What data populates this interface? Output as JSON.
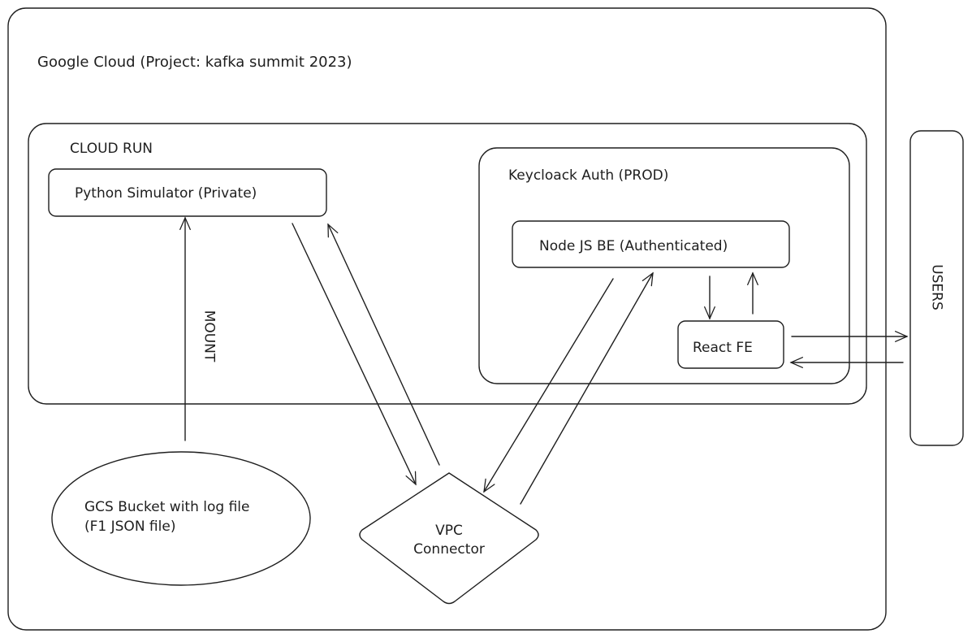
{
  "gcp": {
    "title": "Google Cloud (Project: kafka summit 2023)"
  },
  "cloud_run": {
    "title": "CLOUD RUN"
  },
  "python_sim": {
    "label": "Python Simulator (Private)"
  },
  "keycloak": {
    "title": "Keycloack Auth (PROD)"
  },
  "node_be": {
    "label": "Node JS BE (Authenticated)"
  },
  "react_fe": {
    "label": "React FE"
  },
  "users": {
    "label": "USERS"
  },
  "mount": {
    "label": "MOUNT"
  },
  "gcs": {
    "line1": "GCS Bucket with log file",
    "line2": "(F1 JSON file)"
  },
  "vpc": {
    "line1": "VPC",
    "line2": "Connector"
  },
  "style": {
    "stroke": "#1e1e1e",
    "background": "#ffffff"
  }
}
